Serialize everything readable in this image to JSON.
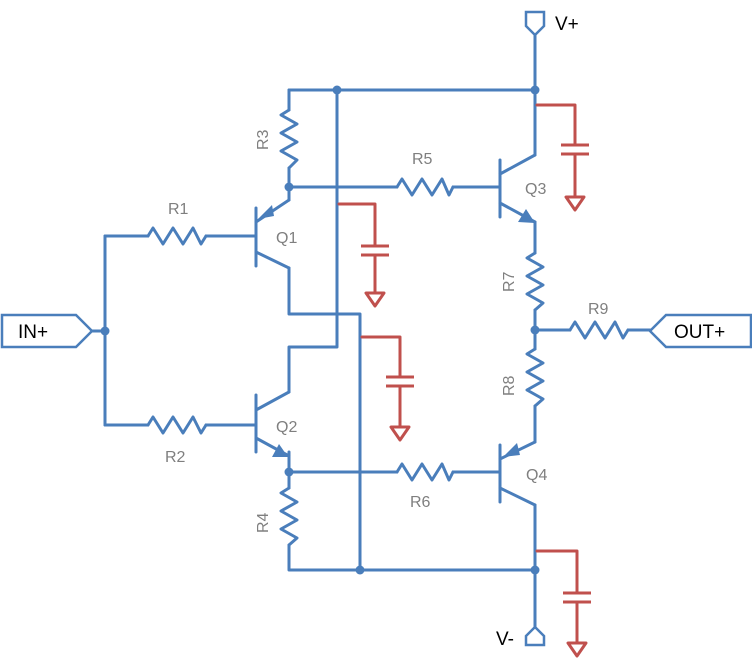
{
  "ports": {
    "vplus": "V+",
    "vminus": "V-",
    "in_plus": "IN+",
    "out_plus": "OUT+"
  },
  "resistors": [
    "R1",
    "R2",
    "R3",
    "R4",
    "R5",
    "R6",
    "R7",
    "R8",
    "R9"
  ],
  "transistors": [
    "Q1",
    "Q2",
    "Q3",
    "Q4"
  ],
  "colors": {
    "wire": "#4a7ebb",
    "ground_cap": "#c0504d",
    "label": "#7f7f7f"
  }
}
